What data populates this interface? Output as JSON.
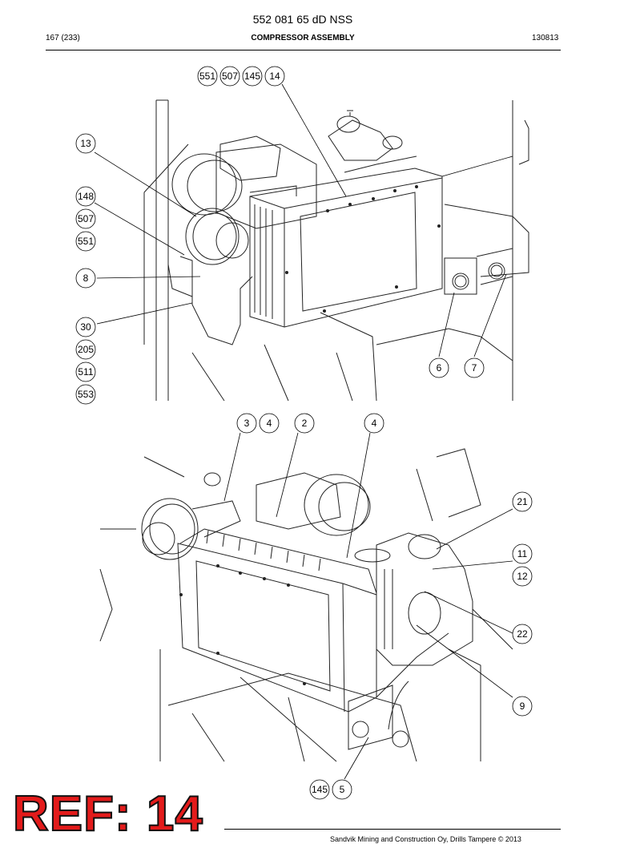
{
  "header": {
    "doc_number": "552 081 65 dD NSS",
    "page": "167 (233)",
    "section_title": "COMPRESSOR ASSEMBLY",
    "date_code": "130813"
  },
  "figure_top": {
    "callouts": [
      "551",
      "507",
      "145",
      "14",
      "13",
      "148",
      "507",
      "551",
      "8",
      "30",
      "205",
      "511",
      "553",
      "6",
      "7"
    ]
  },
  "figure_bottom": {
    "callouts": [
      "3",
      "4",
      "2",
      "4",
      "21",
      "11",
      "12",
      "22",
      "9",
      "145",
      "5"
    ]
  },
  "ref_badge": "REF: 14",
  "footer": {
    "copyright": "Sandvik Mining and Construction Oy, Drills Tampere © 2013"
  }
}
